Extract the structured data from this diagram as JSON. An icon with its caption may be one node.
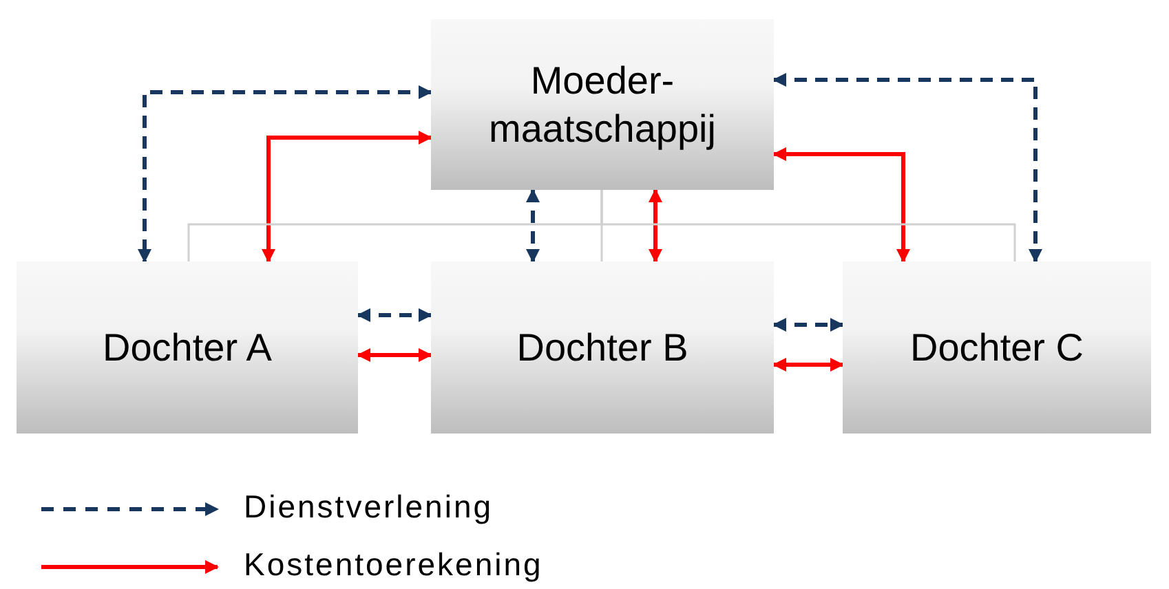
{
  "diagram": {
    "nodes": [
      {
        "text": [
          "Moeder- maatschappij"
        ]
      },
      {
        "text": [
          "Dochter A"
        ]
      },
      {
        "text": [
          "Dochter B"
        ]
      },
      {
        "text": [
          "Dochter C"
        ]
      }
    ],
    "edges": [
      {
        "from": 0,
        "to": 1,
        "arrow": "both",
        "style": "dashed",
        "color": "#17375e"
      },
      {
        "from": 0,
        "to": 1,
        "arrow": "both",
        "color": "#ff0000"
      },
      {
        "from": 0,
        "to": 2,
        "arrow": "both",
        "style": "dashed",
        "color": "#17375e"
      },
      {
        "from": 0,
        "to": 2,
        "arrow": "both",
        "color": "#ff0000"
      },
      {
        "from": 0,
        "to": 3,
        "arrow": "both",
        "style": "dashed",
        "color": "#17375e"
      },
      {
        "from": 0,
        "to": 3,
        "arrow": "both",
        "color": "#ff0000"
      },
      {
        "from": 1,
        "to": 2,
        "arrow": "both",
        "style": "dashed",
        "color": "#17375e"
      },
      {
        "from": 1,
        "to": 2,
        "arrow": "both",
        "color": "#ff0000"
      },
      {
        "from": 2,
        "to": 3,
        "arrow": "both",
        "style": "dashed",
        "color": "#17375e"
      },
      {
        "from": 2,
        "to": 3,
        "arrow": "both",
        "color": "#ff0000"
      },
      {
        "from": 0,
        "to": 1,
        "arrow": "none",
        "color": "#d0d0d0"
      },
      {
        "from": 0,
        "to": 2,
        "arrow": "none",
        "color": "#d0d0d0"
      },
      {
        "from": 0,
        "to": 3,
        "arrow": "none",
        "color": "#d0d0d0"
      }
    ],
    "legend": [
      {
        "text": "Dienstverlening"
      },
      {
        "text": "Kostentoerekening"
      }
    ]
  }
}
